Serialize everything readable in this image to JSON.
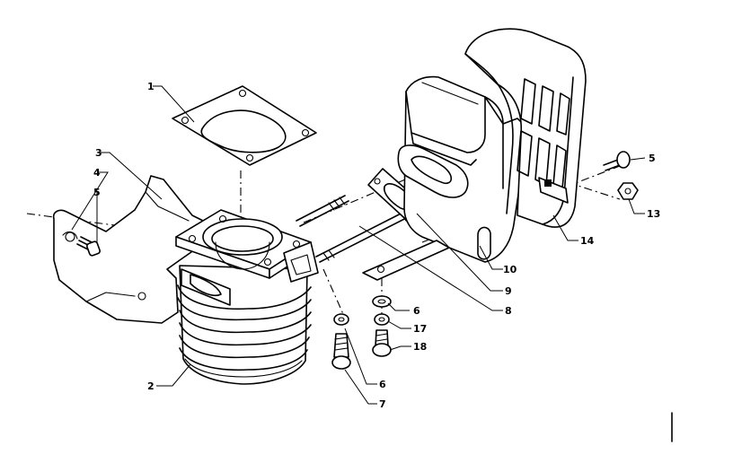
{
  "callouts": [
    {
      "id": "c1",
      "text": "1"
    },
    {
      "id": "c2",
      "text": "2"
    },
    {
      "id": "c3",
      "text": "3"
    },
    {
      "id": "c4",
      "text": "4"
    },
    {
      "id": "c5a",
      "text": "5"
    },
    {
      "id": "c5b",
      "text": "5"
    },
    {
      "id": "c6a",
      "text": "6"
    },
    {
      "id": "c6b",
      "text": "6"
    },
    {
      "id": "c7",
      "text": "7"
    },
    {
      "id": "c8",
      "text": "8"
    },
    {
      "id": "c9",
      "text": "9"
    },
    {
      "id": "c10",
      "text": "10"
    },
    {
      "id": "c13",
      "text": "13"
    },
    {
      "id": "c14",
      "text": "14"
    },
    {
      "id": "c17",
      "text": "17"
    },
    {
      "id": "c18",
      "text": "18"
    }
  ]
}
